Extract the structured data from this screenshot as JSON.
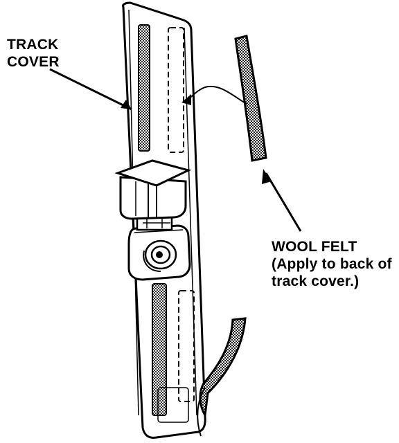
{
  "callouts": {
    "track_cover": [
      "TRACK",
      "COVER"
    ],
    "wool_felt": [
      "WOOL FELT",
      "(Apply to back of",
      "track cover.)"
    ]
  },
  "colors": {
    "ink": "#000000",
    "paper": "#ffffff",
    "felt_texture": "#7a7a7a",
    "slot_texture": "#8c8c8c"
  },
  "parts": [
    "track-cover",
    "seat-belt-slide-anchor",
    "wool-felt-upper",
    "wool-felt-lower"
  ]
}
